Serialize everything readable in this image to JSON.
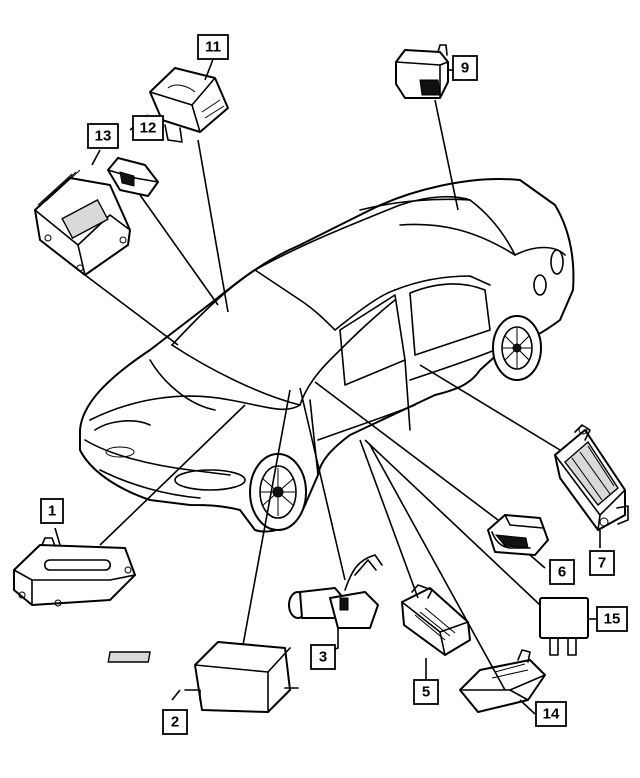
{
  "diagram": {
    "callouts": [
      {
        "id": "c1",
        "label": "1"
      },
      {
        "id": "c2",
        "label": "2"
      },
      {
        "id": "c3",
        "label": "3"
      },
      {
        "id": "c5",
        "label": "5"
      },
      {
        "id": "c6",
        "label": "6"
      },
      {
        "id": "c7",
        "label": "7"
      },
      {
        "id": "c9",
        "label": "9"
      },
      {
        "id": "c11",
        "label": "11"
      },
      {
        "id": "c12",
        "label": "12"
      },
      {
        "id": "c13",
        "label": "13"
      },
      {
        "id": "c14",
        "label": "14"
      },
      {
        "id": "c15",
        "label": "15"
      }
    ]
  }
}
